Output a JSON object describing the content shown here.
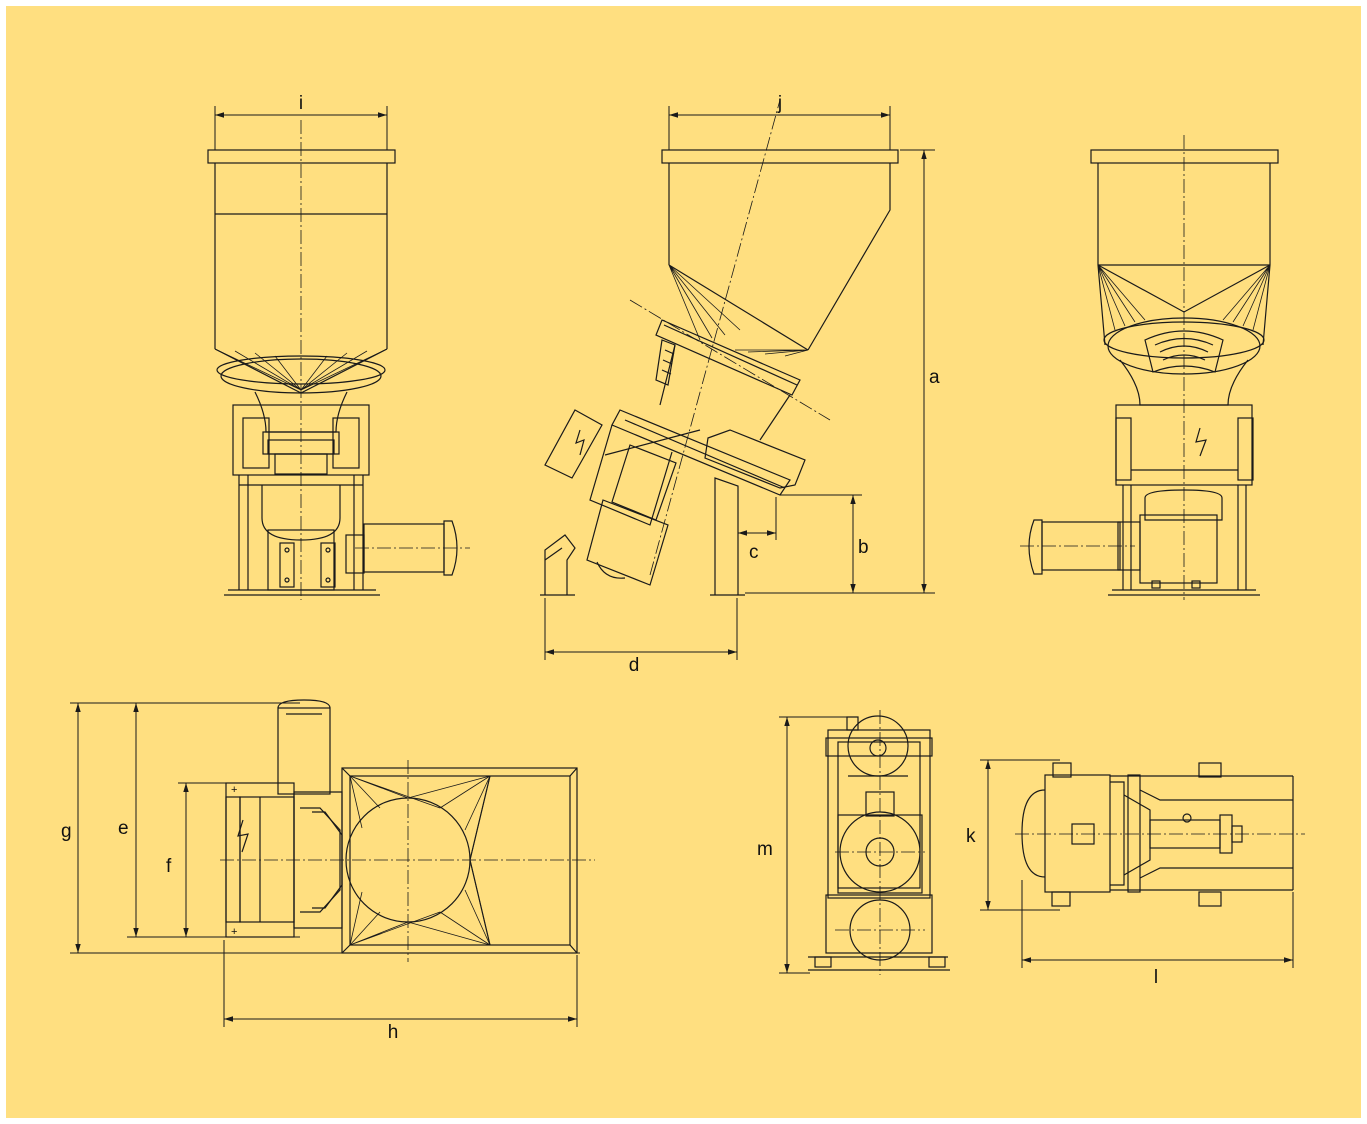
{
  "dimension_labels": {
    "a": "a",
    "b": "b",
    "c": "c",
    "d": "d",
    "e": "e",
    "f": "f",
    "g": "g",
    "h": "h",
    "i": "i",
    "j": "j",
    "k": "k",
    "l": "l",
    "m": "m"
  },
  "symbols": {
    "plus": "+"
  },
  "colors": {
    "background": "#ffdf80",
    "line": "#1a1a1a"
  }
}
